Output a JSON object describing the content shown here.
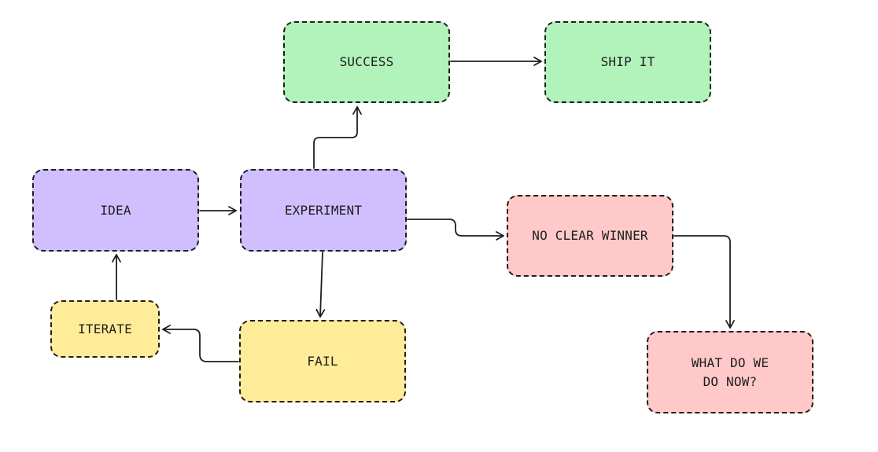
{
  "diagram": {
    "nodes": {
      "success": {
        "label": "SUCCESS"
      },
      "ship": {
        "label": "SHIP IT"
      },
      "idea": {
        "label": "IDEA"
      },
      "experiment": {
        "label": "EXPERIMENT"
      },
      "noclear": {
        "label": "NO CLEAR WINNER"
      },
      "iterate": {
        "label": "ITERATE"
      },
      "fail": {
        "label": "FAIL"
      },
      "whatnow": {
        "label": "WHAT DO WE\nDO NOW?"
      }
    },
    "edges": [
      {
        "from": "idea",
        "to": "experiment"
      },
      {
        "from": "experiment",
        "to": "success"
      },
      {
        "from": "success",
        "to": "ship"
      },
      {
        "from": "experiment",
        "to": "noclear"
      },
      {
        "from": "noclear",
        "to": "whatnow"
      },
      {
        "from": "experiment",
        "to": "fail"
      },
      {
        "from": "fail",
        "to": "iterate"
      },
      {
        "from": "iterate",
        "to": "idea"
      }
    ],
    "colors": {
      "green": "#b2f2bb",
      "purple": "#d0bfff",
      "red": "#ffc9c9",
      "yellow": "#ffec99",
      "stroke": "#1e1e1e"
    },
    "node_colors": {
      "success": "green",
      "ship": "green",
      "idea": "purple",
      "experiment": "purple",
      "noclear": "red",
      "whatnow": "red",
      "iterate": "yellow",
      "fail": "yellow"
    }
  }
}
